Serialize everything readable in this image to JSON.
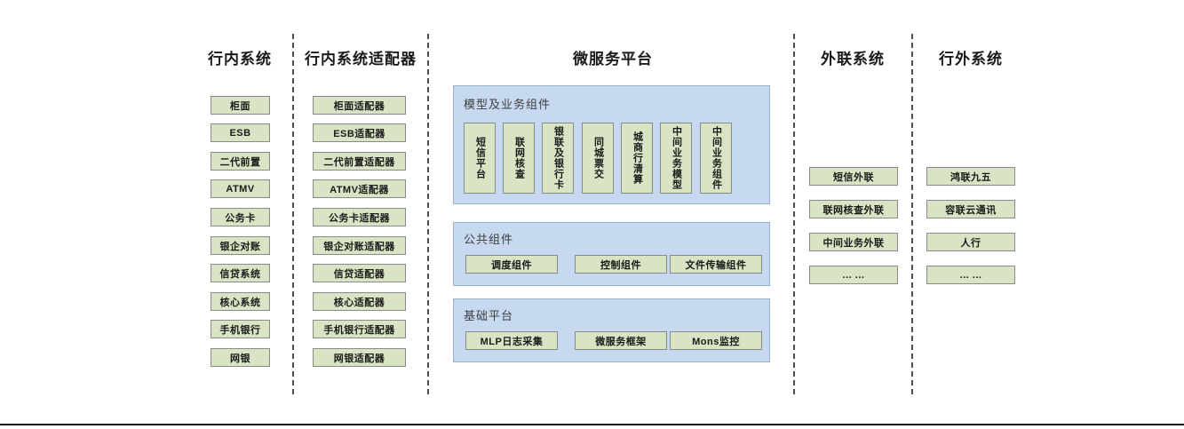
{
  "columns": {
    "internal_systems": {
      "title": "行内系统",
      "items": [
        "柜面",
        "ESB",
        "二代前置",
        "ATMV",
        "公务卡",
        "银企对账",
        "信贷系统",
        "核心系统",
        "手机银行",
        "网银"
      ]
    },
    "internal_adapters": {
      "title": "行内系统适配器",
      "items": [
        "柜面适配器",
        "ESB适配器",
        "二代前置适配器",
        "ATMV适配器",
        "公务卡适配器",
        "银企对账适配器",
        "信贷适配器",
        "核心适配器",
        "手机银行适配器",
        "网银适配器"
      ]
    },
    "microservice_platform": {
      "title": "微服务平台",
      "panels": [
        {
          "title": "模型及业务组件",
          "orientation": "vertical",
          "items": [
            "短信平台",
            "联网核查",
            "银联及银行卡",
            "同城票交",
            "城商行清算",
            "中间业务模型",
            "中间业务组件"
          ]
        },
        {
          "title": "公共组件",
          "orientation": "horizontal",
          "items": [
            "调度组件",
            "控制组件",
            "文件传输组件"
          ]
        },
        {
          "title": "基础平台",
          "orientation": "horizontal",
          "items": [
            "MLP日志采集",
            "微服务框架",
            "Mons监控"
          ]
        }
      ]
    },
    "external_liaison_systems": {
      "title": "外联系统",
      "items": [
        "短信外联",
        "联网核查外联",
        "中间业务外联",
        "... ..."
      ]
    },
    "outside_bank_systems": {
      "title": "行外系统",
      "items": [
        "鸿联九五",
        "容联云通讯",
        "人行",
        "... ..."
      ]
    }
  },
  "colors": {
    "box_fill": "#d8e4c3",
    "box_border": "#8a8a8a",
    "panel_fill": "#c6d9f0",
    "panel_border": "#9bb0c9",
    "divider": "#4d4d4d",
    "text": "#1a1a1a"
  }
}
